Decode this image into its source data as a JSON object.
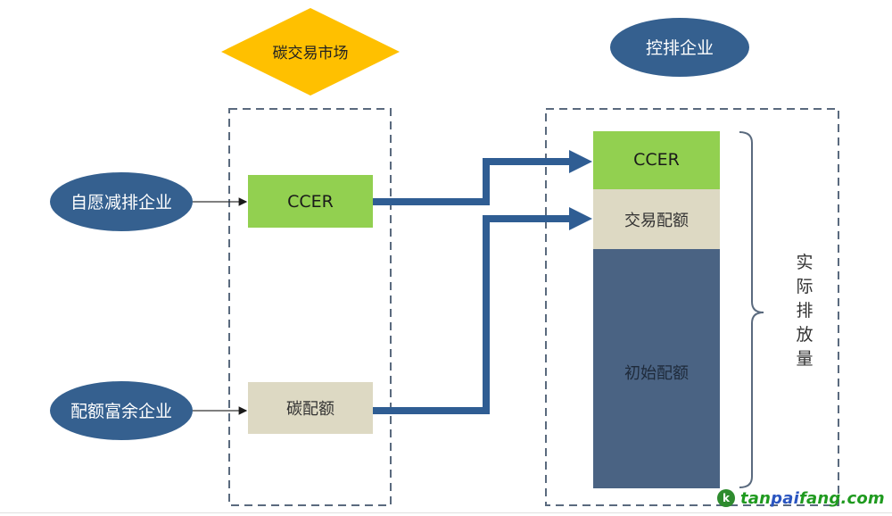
{
  "colors": {
    "navy": "#35608f",
    "navy_dark": "#4a6383",
    "green": "#92d050",
    "beige": "#ddd9c3",
    "gold": "#ffc000",
    "dash": "#5a6a7e",
    "arrow": "#2f5d93"
  },
  "market": {
    "label": "碳交易市场",
    "items": {
      "ccer": "CCER",
      "allowance": "碳配额"
    }
  },
  "sources": {
    "voluntary": "自愿减排企业",
    "surplus": "配额富余企业"
  },
  "controlled": {
    "label": "控排企业",
    "stack": {
      "ccer": "CCER",
      "traded": "交易配额",
      "initial": "初始配额"
    },
    "bracket_label": [
      "实",
      "际",
      "排",
      "放",
      "量"
    ]
  },
  "watermark": {
    "logo": "k",
    "text_a": "tan",
    "text_b": "pai",
    "text_c": "fang.com"
  }
}
